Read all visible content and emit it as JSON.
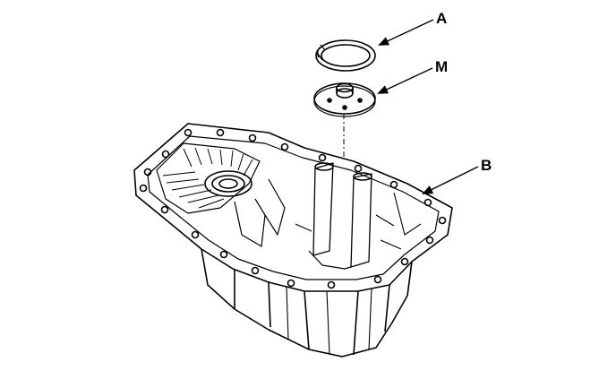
{
  "callouts": {
    "a": {
      "label": "A",
      "part": "snap-ring"
    },
    "m": {
      "label": "M",
      "part": "shim-washer"
    },
    "b": {
      "label": "B",
      "part": "transmission-housing"
    }
  },
  "colors": {
    "ink": "#000000",
    "paper": "#ffffff"
  }
}
